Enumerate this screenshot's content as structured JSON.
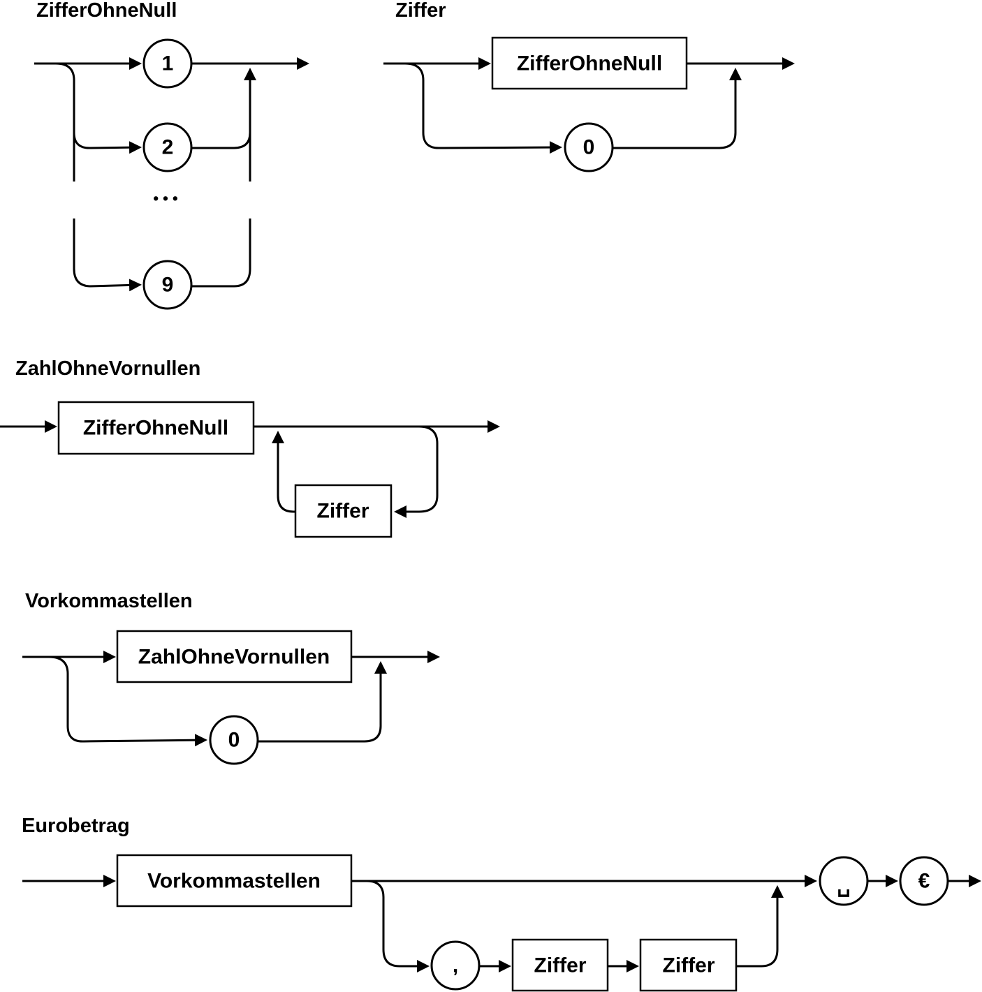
{
  "diagrams": [
    {
      "title": "ZifferOhneNull",
      "terminals": [
        "1",
        "2",
        "9"
      ],
      "ellipsis": "• • •"
    },
    {
      "title": "Ziffer",
      "nonterminal": "ZifferOhneNull",
      "terminal": "0"
    },
    {
      "title": "ZahlOhneVornullen",
      "nonterminal": "ZifferOhneNull",
      "loop_nonterminal": "Ziffer"
    },
    {
      "title": "Vorkommastellen",
      "nonterminal": "ZahlOhneVornullen",
      "terminal": "0"
    },
    {
      "title": "Eurobetrag",
      "nonterminal": "Vorkommastellen",
      "comma": ",",
      "digit1": "Ziffer",
      "digit2": "Ziffer",
      "space": "␣",
      "euro": "€"
    }
  ]
}
